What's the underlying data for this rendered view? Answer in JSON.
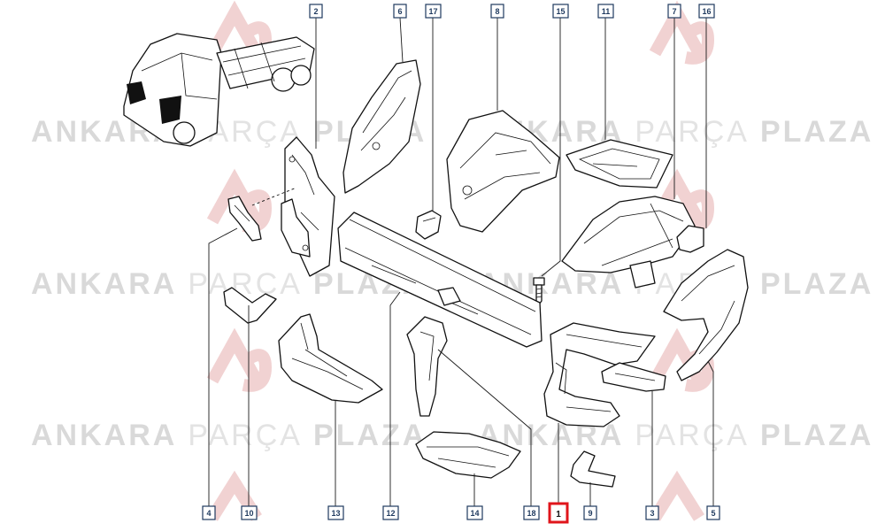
{
  "watermark": {
    "text_bold_1": "ANKARA",
    "text_light": "PARÇA",
    "text_bold_2": "PLAZA",
    "color_dark": "#d9d9d9",
    "color_light": "#e6e6e6",
    "logo_color": "#f3d5d5"
  },
  "callouts": [
    {
      "id": "2",
      "label": "2"
    },
    {
      "id": "6",
      "label": "6"
    },
    {
      "id": "17",
      "label": "17"
    },
    {
      "id": "8",
      "label": "8"
    },
    {
      "id": "15",
      "label": "15"
    },
    {
      "id": "11",
      "label": "11"
    },
    {
      "id": "7",
      "label": "7"
    },
    {
      "id": "16",
      "label": "16"
    },
    {
      "id": "4",
      "label": "4"
    },
    {
      "id": "10",
      "label": "10"
    },
    {
      "id": "13",
      "label": "13"
    },
    {
      "id": "12",
      "label": "12"
    },
    {
      "id": "14",
      "label": "14"
    },
    {
      "id": "18",
      "label": "18"
    },
    {
      "id": "1",
      "label": "1",
      "highlighted": true
    },
    {
      "id": "9",
      "label": "9"
    },
    {
      "id": "3",
      "label": "3"
    },
    {
      "id": "5",
      "label": "5"
    }
  ],
  "highlight_color": "#e0151b"
}
